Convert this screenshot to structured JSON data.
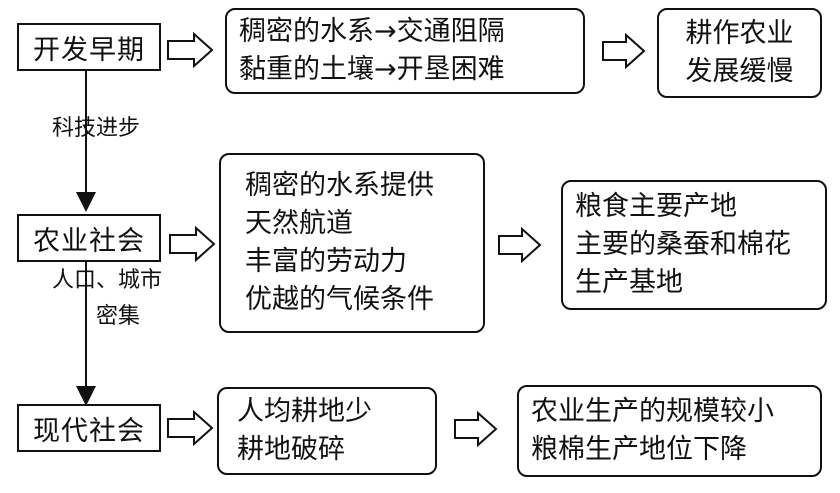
{
  "stages": {
    "early": "开发早期",
    "agri": "农业社会",
    "modern": "现代社会"
  },
  "row1": {
    "cause_lines": [
      "稠密的水系→交通阻隔",
      "黏重的土壤→开垦困难"
    ],
    "result_lines": [
      "耕作农业",
      "发展缓慢"
    ]
  },
  "row2": {
    "cause_lines": [
      "稠密的水系提供",
      "天然航道",
      "丰富的劳动力",
      "优越的气候条件"
    ],
    "result_lines": [
      "粮食主要产地",
      "主要的桑蚕和棉花",
      "生产基地"
    ]
  },
  "row3": {
    "cause_lines": [
      "人均耕地少",
      "耕地破碎"
    ],
    "result_lines": [
      "农业生产的规模较小",
      "粮棉生产地位下降"
    ]
  },
  "links": {
    "tech_left": "科技",
    "tech_right": "进步",
    "pop_left": "人口、城市",
    "pop_right": "密集"
  }
}
